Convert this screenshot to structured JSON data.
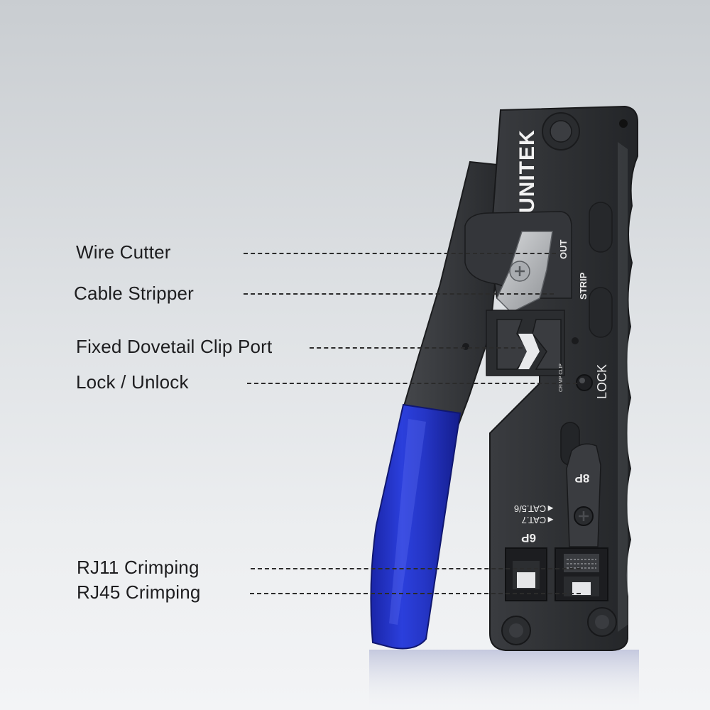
{
  "brand": {
    "logo_text": "UNITEK"
  },
  "tool_markings": {
    "out": "OUT",
    "strip": "STRIP",
    "lock": "LOCK",
    "crimp_clip": "CRIMP CLIP",
    "port_8p": "8P",
    "port_6p": "6P",
    "cat56": "◄CAT.5/6",
    "cat7": "◄CAT.7"
  },
  "callouts": [
    {
      "id": "wire-cutter",
      "label": "Wire Cutter"
    },
    {
      "id": "cable-stripper",
      "label": "Cable Stripper"
    },
    {
      "id": "dovetail-clip-port",
      "label": "Fixed Dovetail Clip Port"
    },
    {
      "id": "lock-unlock",
      "label": "Lock / Unlock"
    },
    {
      "id": "rj11-crimping",
      "label": "RJ11 Crimping"
    },
    {
      "id": "rj45-crimping",
      "label": "RJ45 Crimping"
    }
  ],
  "colors": {
    "body": "#2f3134",
    "body_dark": "#1f2124",
    "handle_blue": "#2233c8",
    "label_text": "#1d1d1f"
  }
}
